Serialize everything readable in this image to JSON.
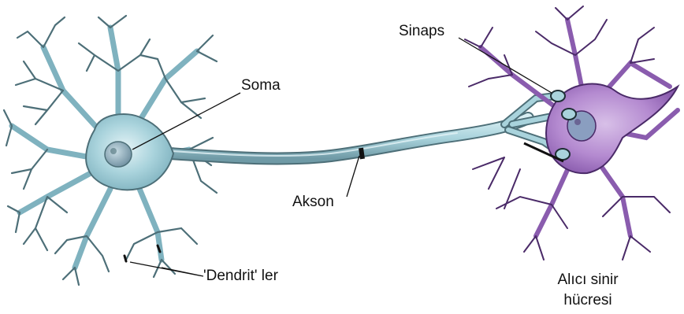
{
  "labels": {
    "soma": "Soma",
    "sinaps": "Sinaps",
    "akson": "Akson",
    "dendrit": "'Dendrit' ler",
    "receiver_line1": "Alıcı sinir",
    "receiver_line2": "hücresi"
  },
  "colors": {
    "neuron_body": "#a9d3dc",
    "neuron_dark": "#4d6f78",
    "neuron_light": "#e4f3f6",
    "receiver_body": "#b48ad0",
    "receiver_dark": "#4a2a68",
    "nucleus": "#6f8fa0",
    "leader_line": "#111111"
  }
}
